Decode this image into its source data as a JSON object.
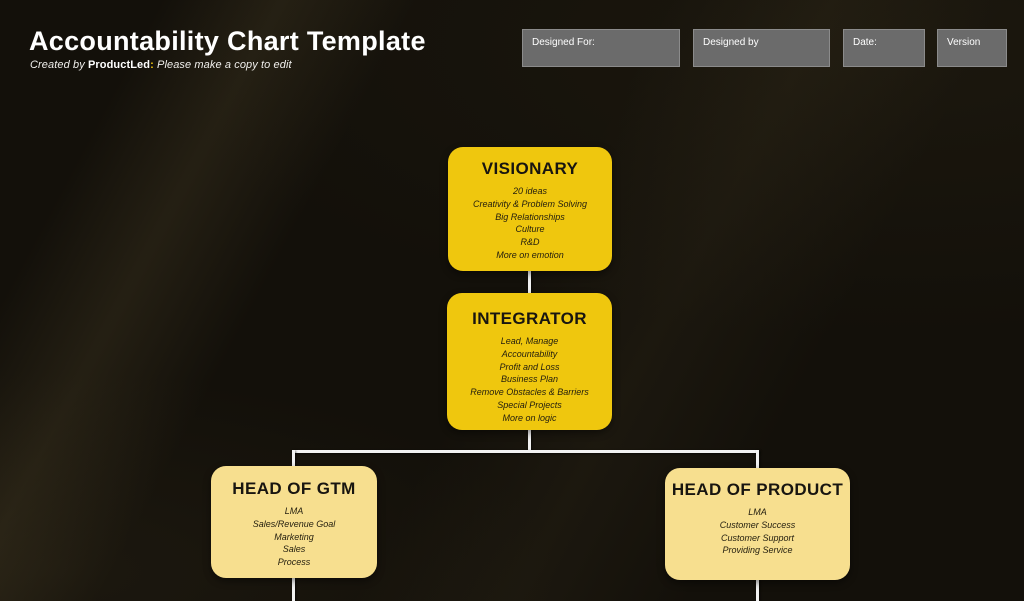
{
  "header": {
    "title": "Accountability Chart Template",
    "credit_prefix": "Created by ",
    "brand": "ProductLed",
    "brand_mark": ":",
    "credit_suffix": " Please make a copy to edit"
  },
  "meta_fields": [
    {
      "label": "Designed For:"
    },
    {
      "label": "Designed by"
    },
    {
      "label": "Date:"
    },
    {
      "label": "Version"
    }
  ],
  "colors": {
    "background": "#13100a",
    "node_yellow": "#efc70e",
    "node_pale_yellow": "#f7df8f",
    "meta_gray": "#6b6b6b",
    "connector_white": "#f2f2f2",
    "brand_accent": "#f2c40f",
    "title_white": "#ffffff"
  },
  "chart": {
    "nodes": {
      "visionary": {
        "title": "VISIONARY",
        "items": [
          "20 ideas",
          "Creativity & Problem Solving",
          "Big Relationships",
          "Culture",
          "R&D",
          "More on emotion"
        ]
      },
      "integrator": {
        "title": "INTEGRATOR",
        "items": [
          "Lead, Manage",
          "Accountability",
          "Profit and Loss",
          "Business Plan",
          "Remove Obstacles & Barriers",
          "Special Projects",
          "More on logic"
        ]
      },
      "head_of_gtm": {
        "title": "HEAD OF GTM",
        "items": [
          "LMA",
          "Sales/Revenue Goal",
          "Marketing",
          "Sales",
          "Process"
        ]
      },
      "head_of_product": {
        "title": "HEAD OF PRODUCT",
        "items": [
          "LMA",
          "Customer Success",
          "Customer Support",
          "Providing Service"
        ]
      }
    },
    "edges": [
      {
        "from": "visionary",
        "to": "integrator"
      },
      {
        "from": "integrator",
        "to": "head_of_gtm"
      },
      {
        "from": "integrator",
        "to": "head_of_product"
      },
      {
        "from": "head_of_gtm",
        "to": "continues-below"
      },
      {
        "from": "head_of_product",
        "to": "continues-below"
      }
    ]
  }
}
